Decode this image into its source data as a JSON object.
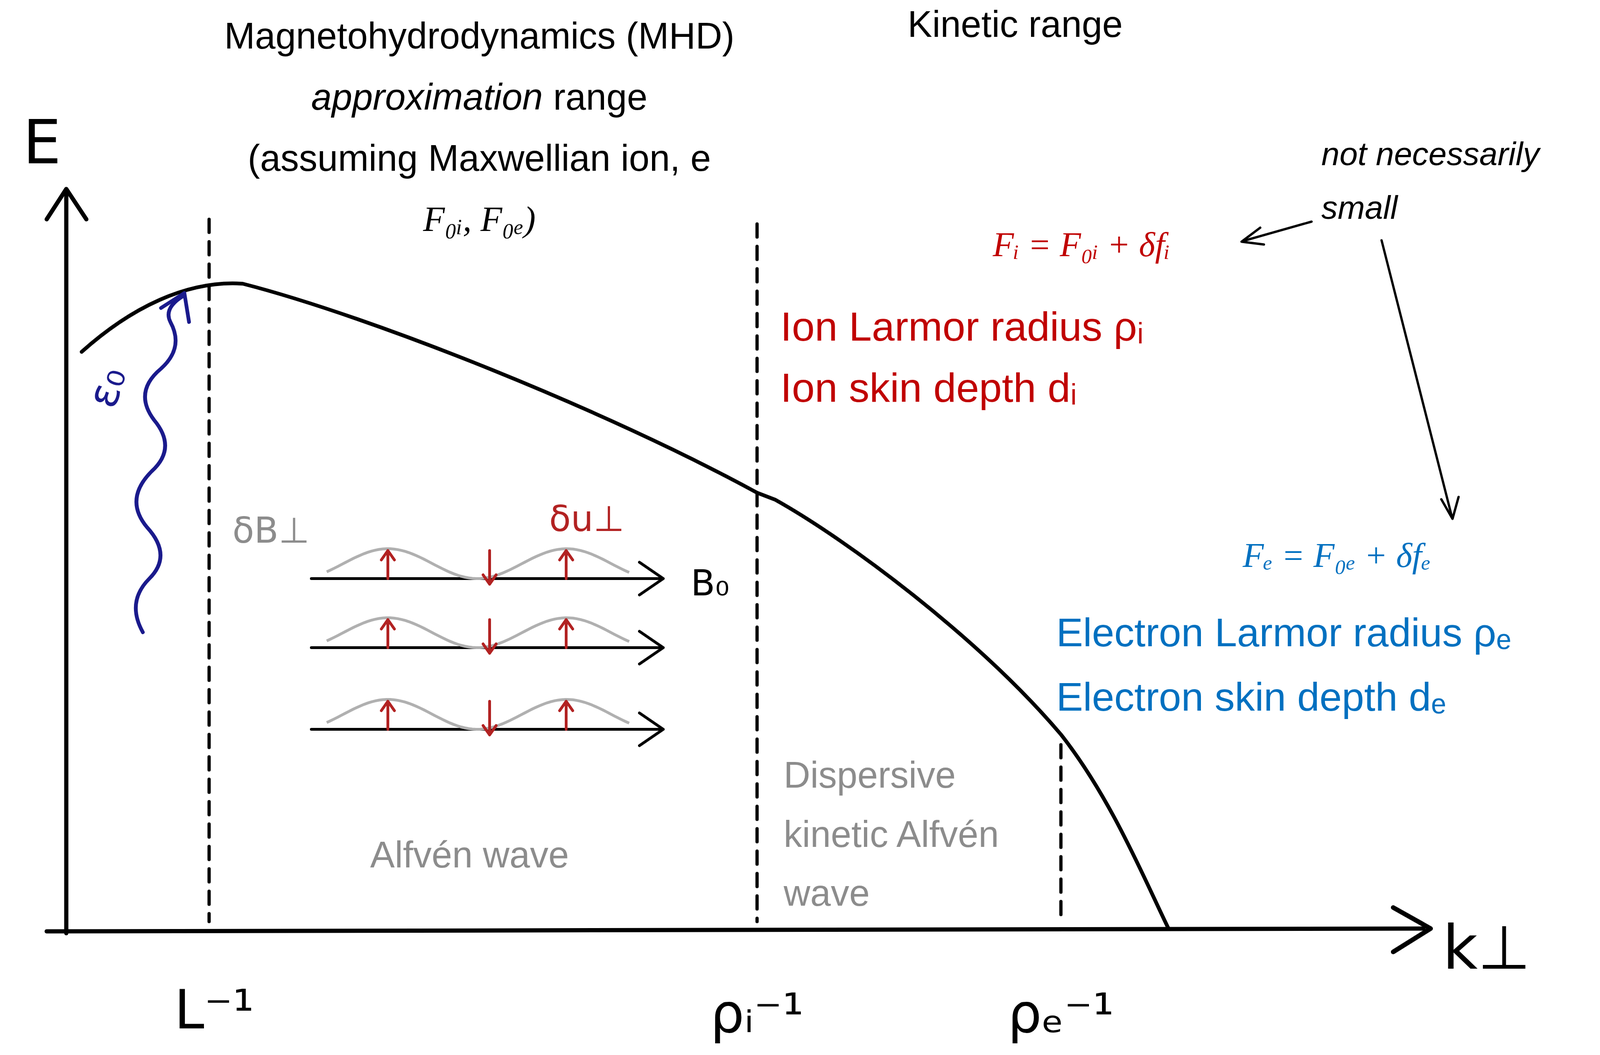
{
  "diagram": {
    "labels": [
      "Magnetohydrodynamics (MHD)",
      "approximation",
      "range",
      "(assuming Maxwellian ion, e",
      "F₀ᵢ, F₀ₑ)",
      "Kinetic range",
      "E",
      "ε₀",
      "δB⊥",
      "δu⊥",
      "B₀",
      "Alfvén wave",
      "Dispersive kinetic Alfvén wave",
      "Fᵢ = F₀ᵢ + δfᵢ",
      "not necessarily small",
      "Ion Larmor radius ρᵢ",
      "Ion skin depth dᵢ",
      "Fₑ = F₀ₑ + δfₑ",
      "Electron Larmor radius ρₑ",
      "Electron skin depth dₑ",
      "k⊥",
      "L⁻¹",
      "ρᵢ⁻¹",
      "ρₑ⁻¹"
    ]
  }
}
